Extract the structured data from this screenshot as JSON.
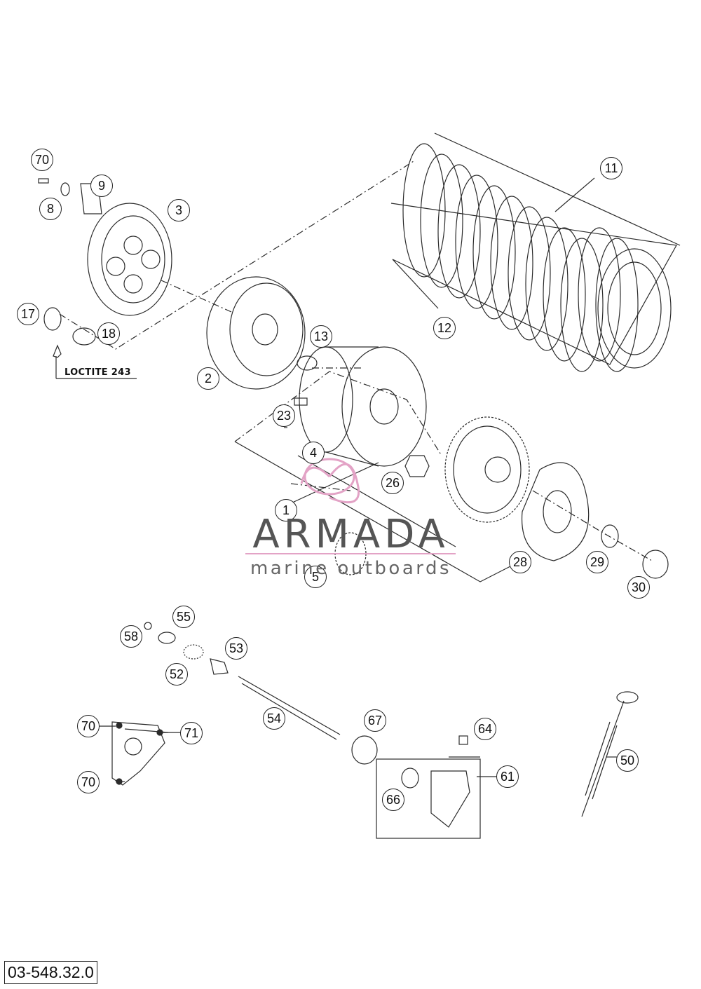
{
  "parts": {
    "p70a": "70",
    "p8": "8",
    "p9": "9",
    "p3": "3",
    "p17": "17",
    "p18": "18",
    "p2": "2",
    "p13": "13",
    "p11": "11",
    "p12": "12",
    "p23": "23",
    "p4": "4",
    "p26": "26",
    "p1": "1",
    "p5": "5",
    "p28": "28",
    "p29": "29",
    "p30": "30",
    "p55": "55",
    "p58": "58",
    "p52": "52",
    "p53": "53",
    "p54": "54",
    "p67": "67",
    "p64": "64",
    "p61": "61",
    "p66": "66",
    "p50": "50",
    "p70b": "70",
    "p70c": "70",
    "p71": "71"
  },
  "note": {
    "loctite": "LOCTITE 243"
  },
  "watermark": {
    "title": "ARMADA",
    "subtitle": "marine outboards",
    "accent_color": "#e3a3c6"
  },
  "document_code": "03-548.32.0",
  "colors": {
    "line": "#2b2b2b",
    "fill": "#ffffff",
    "accent": "#e3a3c6"
  }
}
